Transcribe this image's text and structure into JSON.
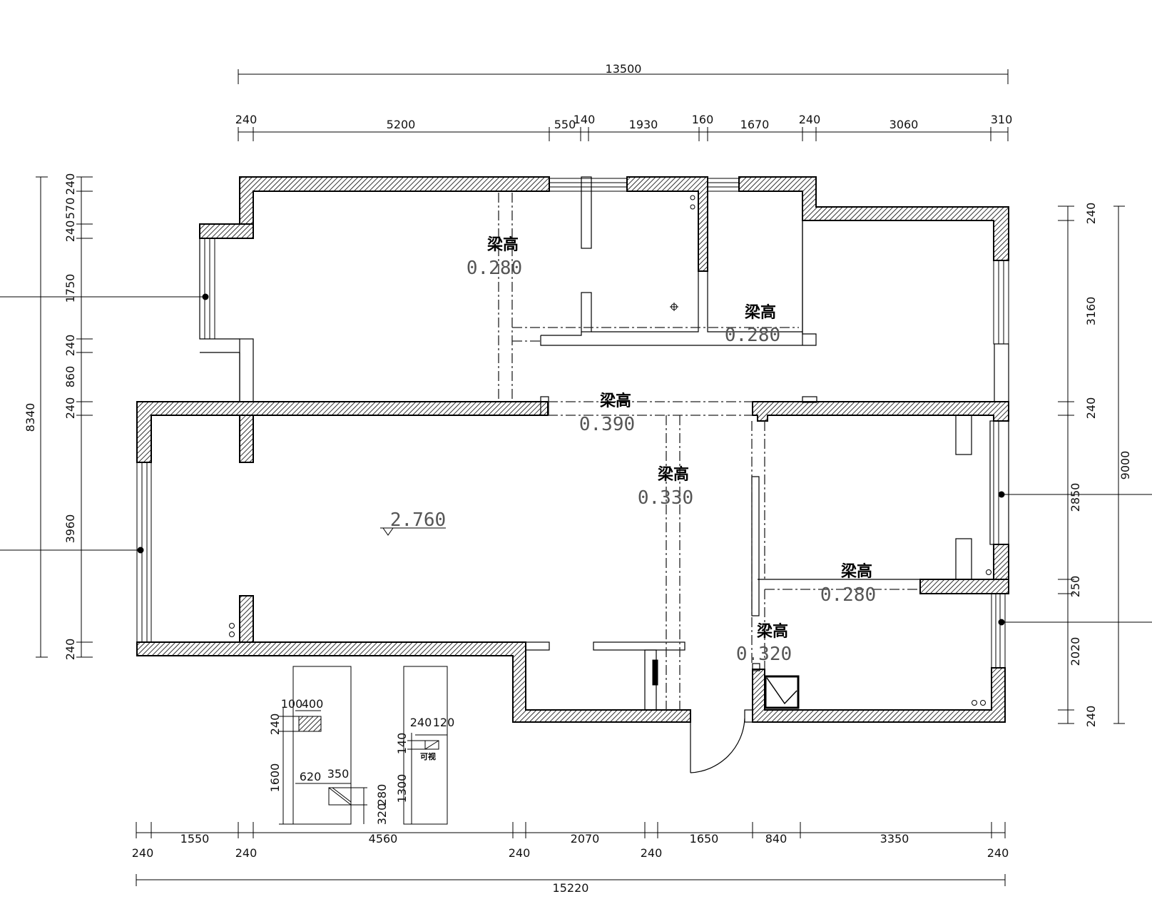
{
  "dimensions": {
    "top_total": "13500",
    "top_segments": [
      "240",
      "5200",
      "550",
      "140",
      "1930",
      "160",
      "1670",
      "240",
      "3060",
      "310"
    ],
    "bottom_total": "15220",
    "bottom_upper": [
      "1550",
      "4560",
      "2070",
      "1650",
      "840",
      "3350"
    ],
    "bottom_lower": [
      "240",
      "240",
      "240",
      "240",
      "240"
    ],
    "left_total": "8340",
    "left_segments": [
      "240",
      "570",
      "240",
      "1750",
      "240",
      "860",
      "240",
      "3960",
      "240"
    ],
    "right_total": "9000",
    "right_segments": [
      "240",
      "3160",
      "240",
      "2850",
      "250",
      "2020",
      "240"
    ],
    "detail_a": [
      "100",
      "400",
      "240",
      "1600",
      "620",
      "350",
      "280",
      "320"
    ],
    "detail_b": [
      "240",
      "120",
      "140",
      "1300"
    ],
    "detail_b_note": "可视"
  },
  "beams": [
    {
      "label": "梁高",
      "value": "0.280"
    },
    {
      "label": "梁高",
      "value": "0.280"
    },
    {
      "label": "梁高",
      "value": "0.390"
    },
    {
      "label": "梁高",
      "value": "0.330"
    },
    {
      "label": "梁高",
      "value": "0.280"
    },
    {
      "label": "梁高",
      "value": "0.320"
    }
  ],
  "level_mark": "2.760"
}
